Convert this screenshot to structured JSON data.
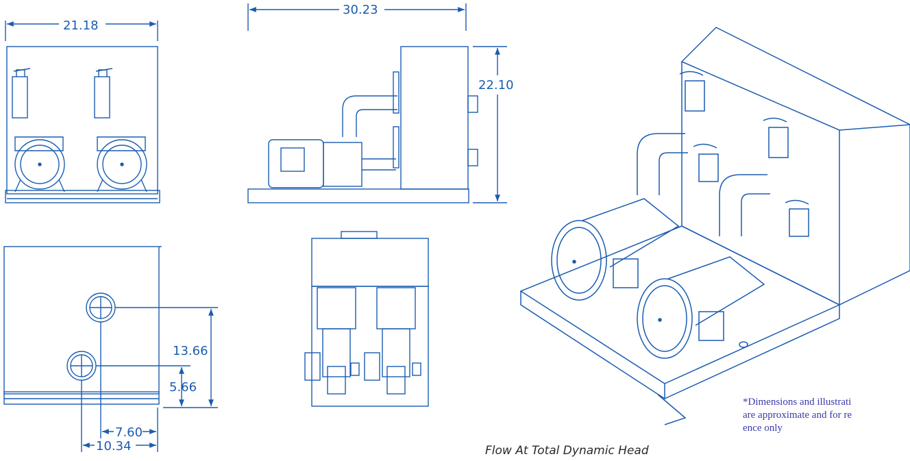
{
  "dimensions": {
    "front_width": "21.18",
    "side_length": "30.23",
    "side_height": "22.10",
    "rear_upper_outlet_height": "13.66",
    "rear_lower_outlet_height": "5.66",
    "rear_lower_outlet_offset": "7.60",
    "rear_upper_outlet_offset": "10.34"
  },
  "disclaimer": {
    "line1": "*Dimensions and illustrati",
    "line2": "are approximate and for re",
    "line3": "ence only"
  },
  "caption": "Flow At Total Dynamic Head",
  "colors": {
    "line": "#1a5cb0",
    "note": "#3a3aa8",
    "caption": "#2a2a2a"
  }
}
